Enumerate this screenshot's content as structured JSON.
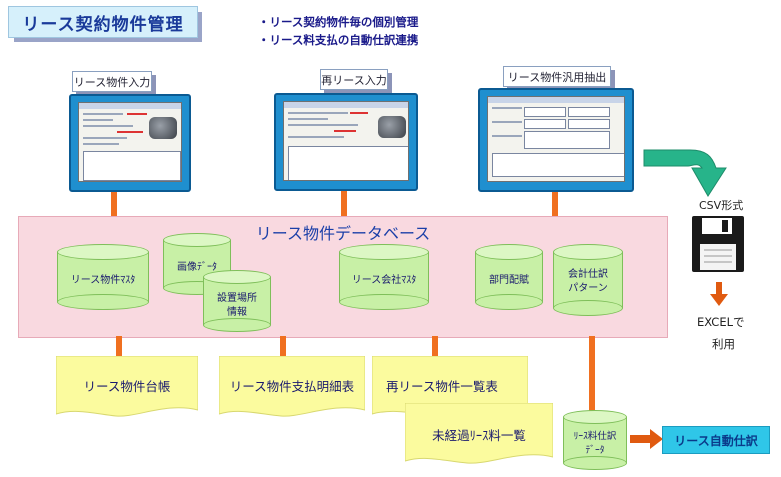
{
  "title": "リース契約物件管理",
  "bullets": [
    "・リース契約物件毎の個別管理",
    "・リース料支払の自動仕訳連携"
  ],
  "screens": [
    {
      "label": "リース物件入力"
    },
    {
      "label": "再リース入力"
    },
    {
      "label": "リース物件汎用抽出"
    }
  ],
  "database": {
    "title": "リース物件データベース",
    "tables": [
      {
        "lines": [
          "リース物件ﾏｽﾀ"
        ]
      },
      {
        "lines": [
          "画像ﾃﾞｰﾀ"
        ]
      },
      {
        "lines": [
          "設置場所",
          "情報"
        ]
      },
      {
        "lines": [
          "リース会社ﾏｽﾀ"
        ]
      },
      {
        "lines": [
          "部門配賦"
        ]
      },
      {
        "lines": [
          "会計仕訳",
          "パターン"
        ]
      }
    ]
  },
  "reports": [
    "リース物件台帳",
    "リース物件支払明細表",
    "再リース物件一覧表",
    "未経過ﾘｰｽ料一覧"
  ],
  "journal_store": {
    "lines": [
      "ﾘｰｽ料仕訳",
      "ﾃﾞｰﾀ"
    ]
  },
  "export": {
    "format": "CSV形式",
    "use_line1": "EXCELで",
    "use_line2": "利用"
  },
  "auto_journal": "リース自動仕訳",
  "colors": {
    "monitor": "#1f8fcf",
    "db_panel": "#f9d9e0",
    "cylinder": "#c8f0a6",
    "document": "#fbfb9e",
    "connector": "#f07020",
    "export_arrow": "#27b48a",
    "auto_arrow": "#e05a10"
  }
}
